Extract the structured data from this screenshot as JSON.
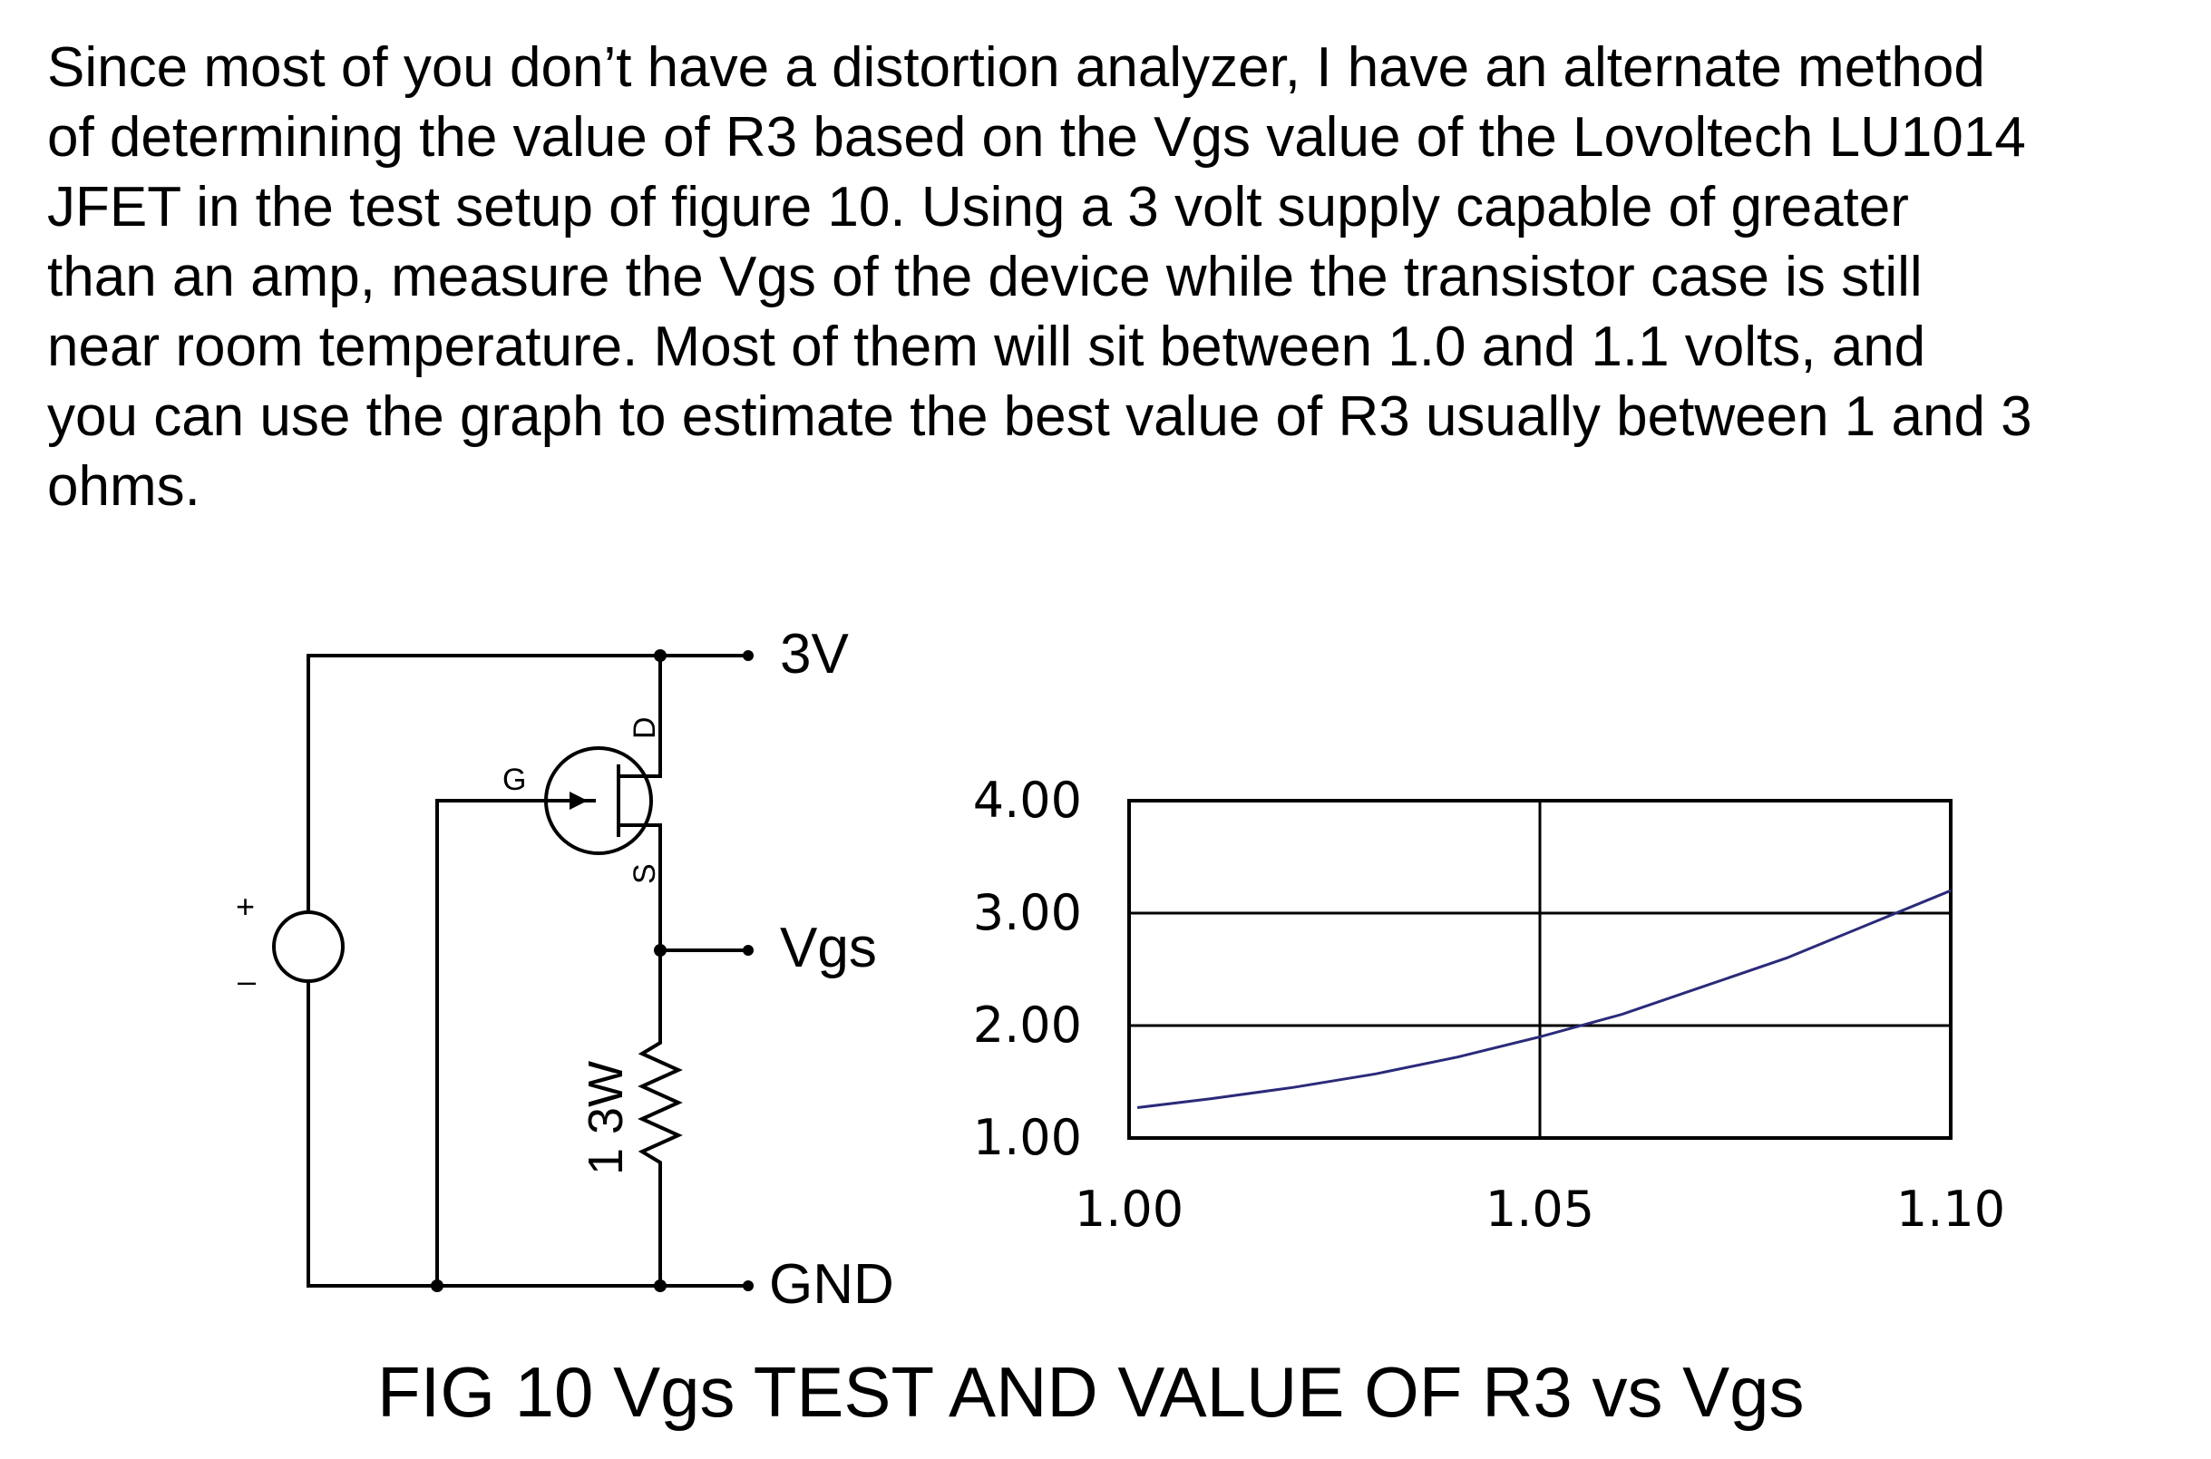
{
  "paragraph": {
    "lines": [
      "Since most of you don’t have a distortion analyzer, I have an alternate method",
      "of determining the value of R3 based on the Vgs value of the Lovoltech LU1014",
      "JFET in the test setup of figure 10.  Using a 3 volt supply capable of greater",
      "than an amp, measure the Vgs of the device while the transistor case is still",
      "near room temperature.  Most of them will sit between 1.0 and 1.1 volts, and",
      "you can use the graph to estimate the best value of R3 usually between 1 and 3",
      "ohms."
    ]
  },
  "circuit": {
    "supply_label": "3V",
    "vgs_label": "Vgs",
    "gnd_label": "GND",
    "gate_label": "G",
    "drain_label": "D",
    "source_label": "S",
    "resistor_label": "1 3W",
    "plus_sign": "+",
    "minus_sign": "–"
  },
  "chart_data": {
    "type": "line",
    "xlim": [
      1.0,
      1.1
    ],
    "ylim": [
      1.0,
      4.0
    ],
    "x_ticks": [
      "1.00",
      "1.05",
      "1.10"
    ],
    "y_ticks": [
      "4.00",
      "3.00",
      "2.00",
      "1.00"
    ],
    "x_tick_values": [
      1.0,
      1.05,
      1.1
    ],
    "y_tick_values": [
      4.0,
      3.0,
      2.0,
      1.0
    ],
    "grid": true,
    "series": [
      {
        "color": "#2b2a7a",
        "x": [
          1.001,
          1.01,
          1.02,
          1.03,
          1.04,
          1.05,
          1.06,
          1.07,
          1.08,
          1.09,
          1.1
        ],
        "y": [
          1.27,
          1.35,
          1.45,
          1.57,
          1.72,
          1.9,
          2.1,
          2.35,
          2.6,
          2.9,
          3.2
        ]
      }
    ]
  },
  "caption": "FIG 10  Vgs TEST AND VALUE OF R3 vs Vgs"
}
